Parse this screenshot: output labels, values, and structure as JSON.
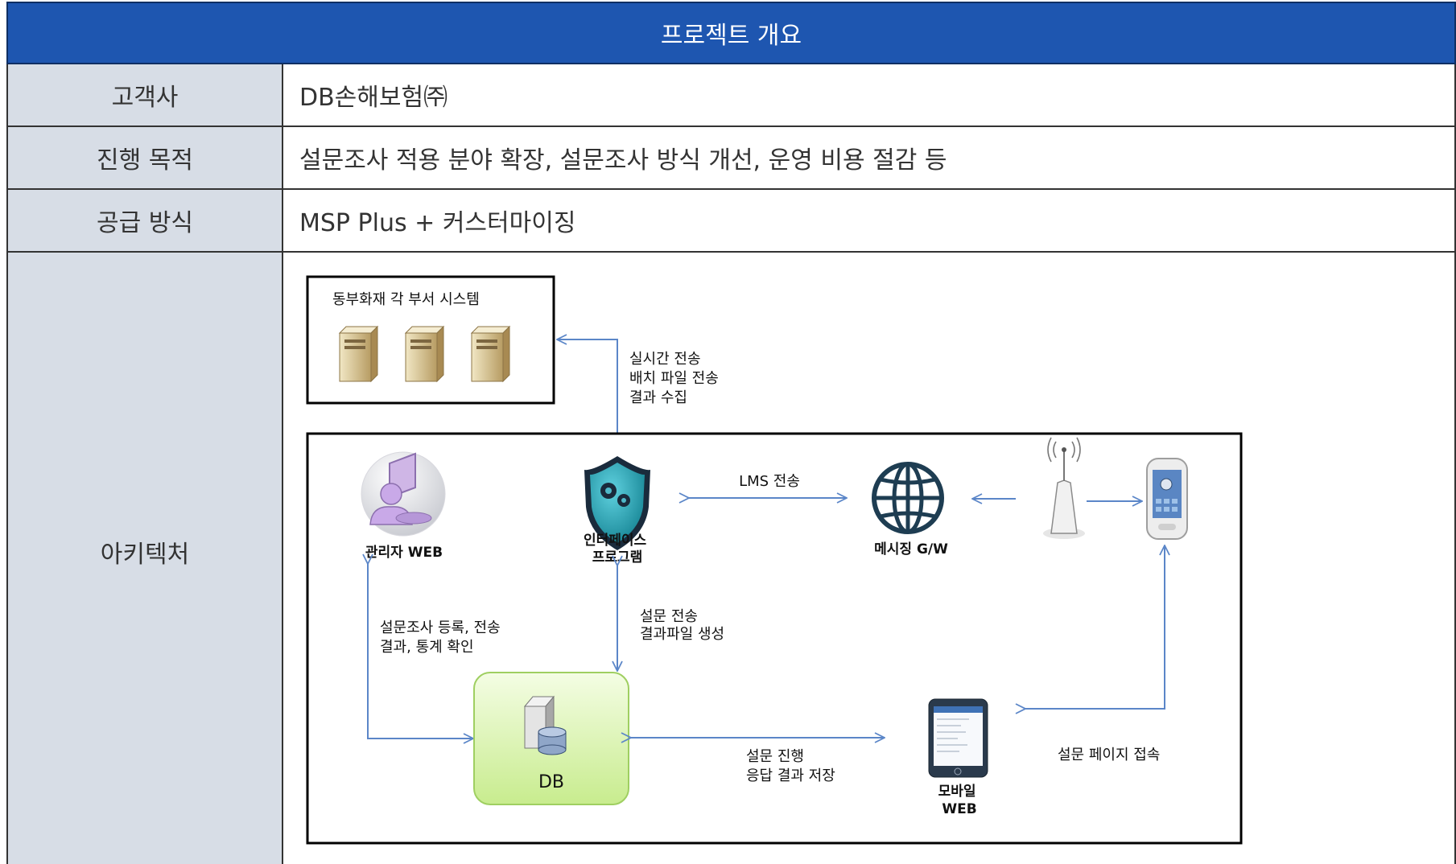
{
  "header": {
    "title": "프로젝트 개요"
  },
  "rows": [
    {
      "label": "고객사",
      "value": "DB손해보험㈜"
    },
    {
      "label": "진행 목적",
      "value": "설문조사 적용 분야 확장, 설문조사 방식 개선, 운영 비용 절감 등"
    },
    {
      "label": "공급 방식",
      "value": "MSP Plus + 커스터마이징"
    },
    {
      "label": "아키텍처"
    }
  ],
  "diagram": {
    "systems_box_title": "동부화재 각 부서 시스템",
    "sync_labels": [
      "실시간 전송",
      "배치 파일 전송",
      "결과 수집"
    ],
    "admin_label": "관리자 WEB",
    "interface_label": [
      "인터페이스",
      "프로그램"
    ],
    "lms_label": "LMS 전송",
    "gateway_label": "메시징 G/W",
    "admin_db_labels": [
      "설문조사 등록, 전송",
      "결과, 통계 확인"
    ],
    "interface_db_labels": [
      "설문 전송",
      "결과파일 생성"
    ],
    "db_label": "DB",
    "db_mobile_labels": [
      "설문 진행",
      "응답 결과 저장"
    ],
    "mobile_label": [
      "모바일",
      "WEB"
    ],
    "survey_page_label": "설문 페이지 접속",
    "colors": {
      "header": "#1e56b0",
      "label_bg": "#d7dde6",
      "arrow": "#5b86c8",
      "db_fill": "#d9f2a9"
    }
  }
}
